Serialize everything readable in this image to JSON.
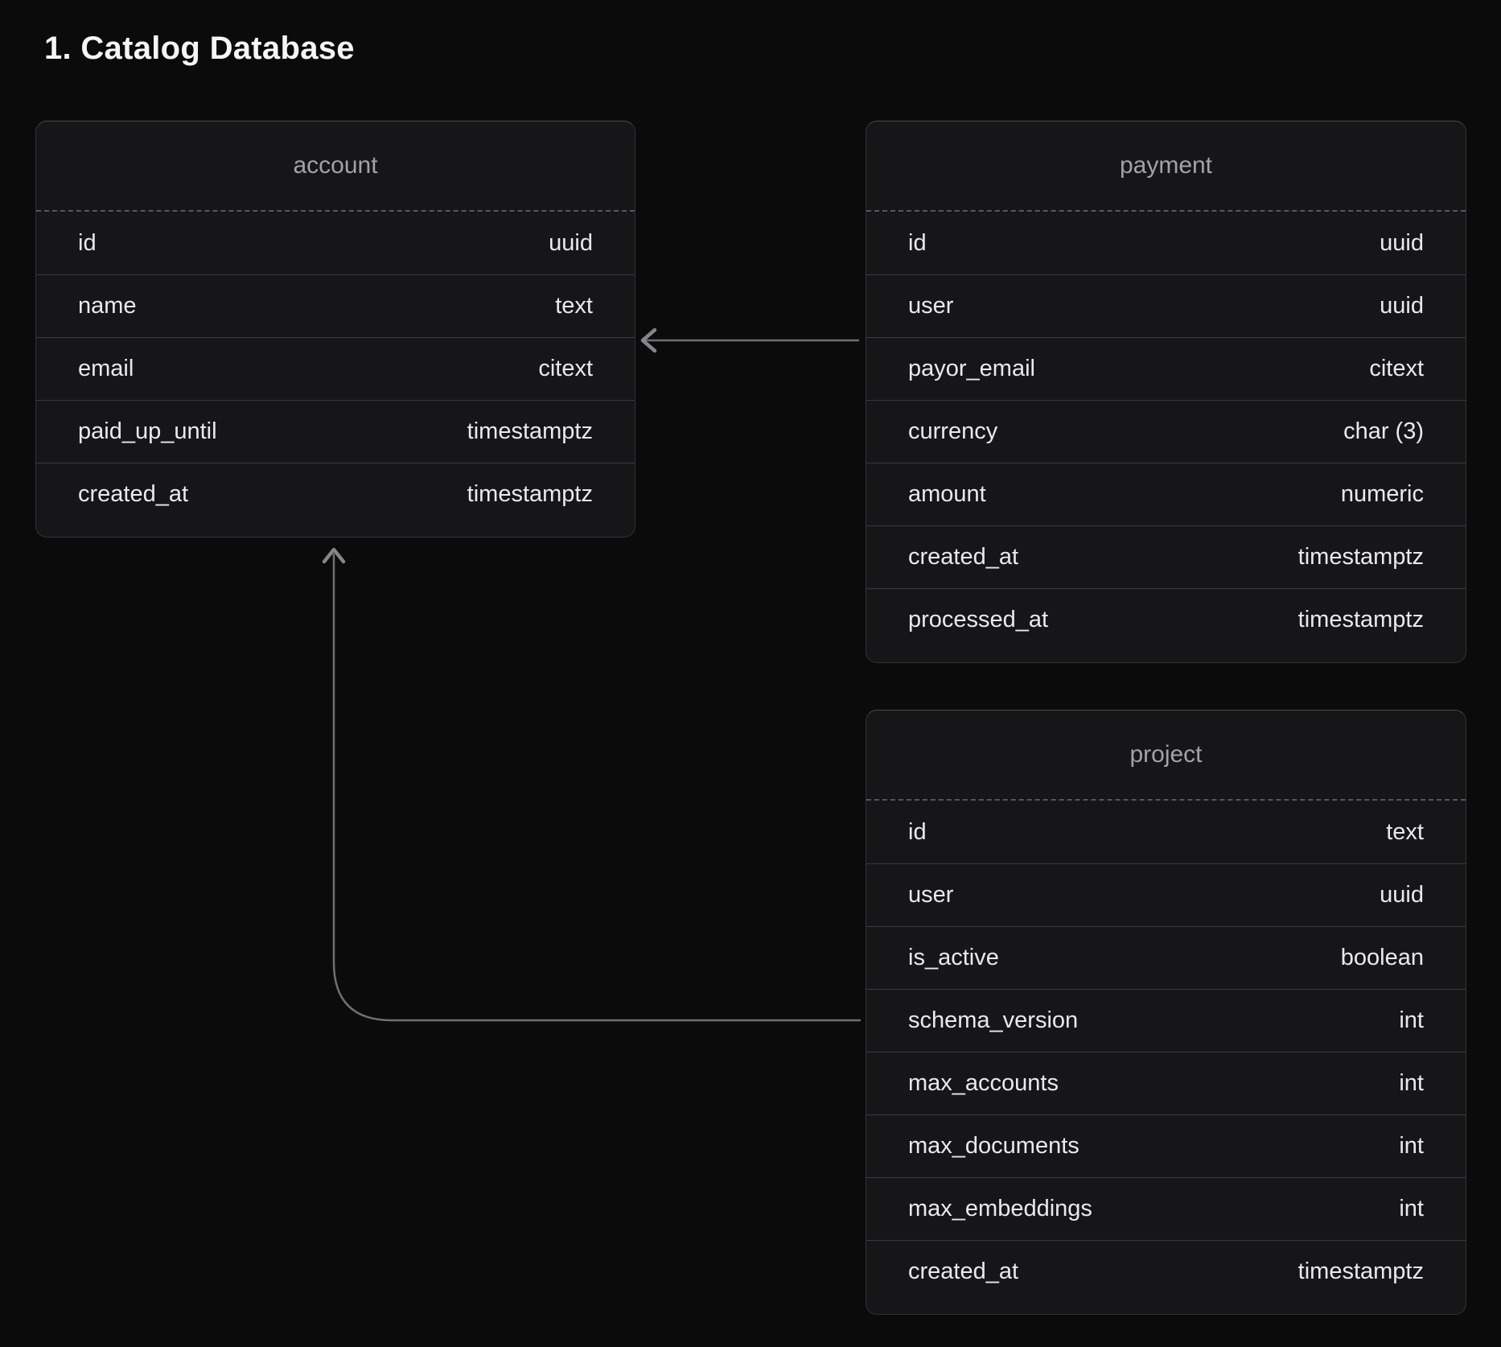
{
  "title": "1. Catalog Database",
  "colors": {
    "canvas_bg": "#0b0b0c",
    "card_bg": "#161619",
    "card_border": "#333338",
    "row_divider": "#3a3a3f",
    "header_divider": "#56565b",
    "table_name_text": "#a2a3a7",
    "column_text": "#eaeaec",
    "title_text": "#f5f5f5",
    "connector": "#6e6e73"
  },
  "tables": [
    {
      "name": "account",
      "columns": [
        {
          "name": "id",
          "type": "uuid"
        },
        {
          "name": "name",
          "type": "text"
        },
        {
          "name": "email",
          "type": "citext"
        },
        {
          "name": "paid_up_until",
          "type": "timestamptz"
        },
        {
          "name": "created_at",
          "type": "timestamptz"
        }
      ]
    },
    {
      "name": "payment",
      "columns": [
        {
          "name": "id",
          "type": "uuid"
        },
        {
          "name": "user",
          "type": "uuid"
        },
        {
          "name": "payor_email",
          "type": "citext"
        },
        {
          "name": "currency",
          "type": "char (3)"
        },
        {
          "name": "amount",
          "type": "numeric"
        },
        {
          "name": "created_at",
          "type": "timestamptz"
        },
        {
          "name": "processed_at",
          "type": "timestamptz"
        }
      ]
    },
    {
      "name": "project",
      "columns": [
        {
          "name": "id",
          "type": "text"
        },
        {
          "name": "user",
          "type": "uuid"
        },
        {
          "name": "is_active",
          "type": "boolean"
        },
        {
          "name": "schema_version",
          "type": "int"
        },
        {
          "name": "max_accounts",
          "type": "int"
        },
        {
          "name": "max_documents",
          "type": "int"
        },
        {
          "name": "max_embeddings",
          "type": "int"
        },
        {
          "name": "created_at",
          "type": "timestamptz"
        }
      ]
    }
  ],
  "relations": [
    {
      "from_table": "payment",
      "to_table": "account",
      "arrow_direction": "left"
    },
    {
      "from_table": "project",
      "to_table": "account",
      "arrow_direction": "up"
    }
  ]
}
